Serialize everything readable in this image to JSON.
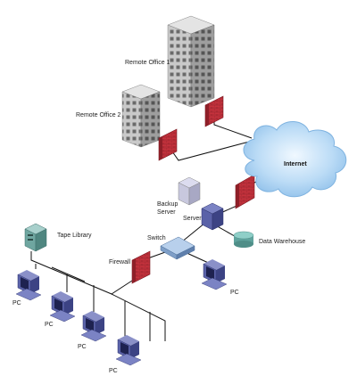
{
  "labels": {
    "remote_office_1": "Remote Office 1",
    "remote_office_2": "Remote Office 2",
    "internet": "Internet",
    "backup_server": [
      "Backup",
      "Server"
    ],
    "server": "Server",
    "data_warehouse": "Data Warehouse",
    "tape_library": "Tape Library",
    "switch": "Switch",
    "firewall": "Firewall",
    "pc": "PC"
  },
  "colors": {
    "building_front": "#c9c9c9",
    "building_side": "#9e9e9e",
    "building_top": "#e4e4e4",
    "window": "#5a5a5a",
    "firewall": "#c5323d",
    "firewall_dark": "#8e1f28",
    "cloud": "#bcdcf6",
    "cloud_edge": "#7fb3e0",
    "pc_blue": "#5a62a8",
    "pc_dark": "#2f356e",
    "switch_blue": "#8fb3dc",
    "tape_green": "#6fa6a0",
    "warehouse": "#6fb3ad"
  }
}
